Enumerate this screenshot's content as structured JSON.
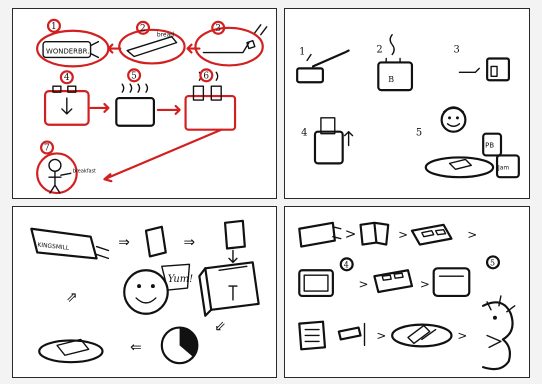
{
  "panels": {
    "top_left": {
      "steps": [
        "1",
        "2",
        "3",
        "4",
        "5",
        "6",
        "7"
      ],
      "labels": {
        "bread_bag": "WONDERBR..",
        "bread": "bread",
        "person": "breakfast"
      }
    },
    "top_right": {
      "steps": [
        "1",
        "2",
        "3",
        "4",
        "5"
      ],
      "labels": {
        "jar_pb": "PB",
        "jar_jam": "Jam"
      }
    },
    "bottom_left": {
      "labels": {
        "bag": "KINGSMILL",
        "exclamation": "Yum!"
      }
    },
    "bottom_right": {
      "steps": [
        "4",
        "5"
      ]
    }
  },
  "colors": {
    "ink": "#111111",
    "annotation": "#d21f1f",
    "panel_bg": "#ffffff",
    "page_bg": "#f3f3f3"
  }
}
